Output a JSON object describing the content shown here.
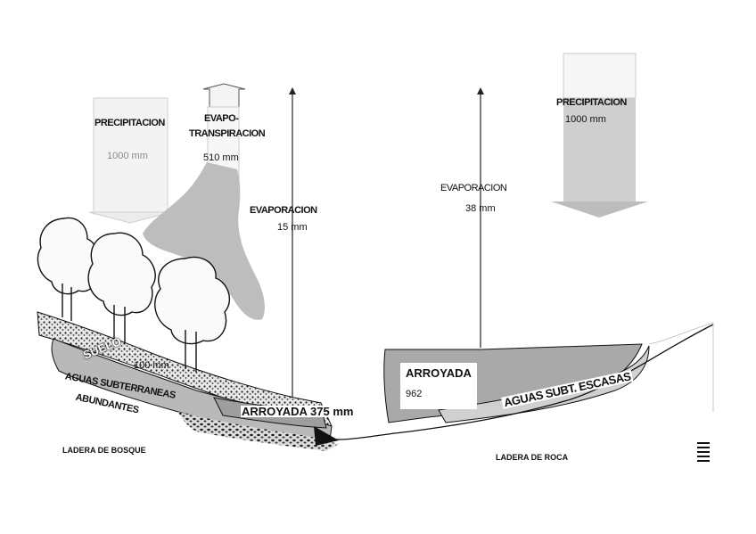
{
  "forest": {
    "precip_label": "PRECIPITACION",
    "precip_value": "1000 mm",
    "evapotrans_label_1": "EVAPO-",
    "evapotrans_label_2": "TRANSPIRACION",
    "evapotrans_value": "510 mm",
    "evap_label": "EVAPORACION",
    "evap_value": "15 mm",
    "soil_label": "SUELO",
    "soil_value": "100 mm",
    "groundwater_label_1": "AGUAS SUBTERRANEAS",
    "groundwater_label_2": "ABUNDANTES",
    "runoff_label": "ARROYADA 375 mm",
    "slope_label": "LADERA DE BOSQUE"
  },
  "rock": {
    "precip_label": "PRECIPITACION",
    "precip_value": "1000 mm",
    "evap_label": "EVAPORACION",
    "evap_value": "38 mm",
    "runoff_label": "ARROYADA",
    "runoff_value": "962",
    "groundwater_label": "AGUAS SUBT. ESCASAS",
    "slope_label": "LADERA DE ROCA"
  },
  "colors": {
    "shade": "#bdbdbd",
    "dark_shade": "#9a9a9a",
    "ink": "#111111",
    "paper": "#ffffff"
  }
}
